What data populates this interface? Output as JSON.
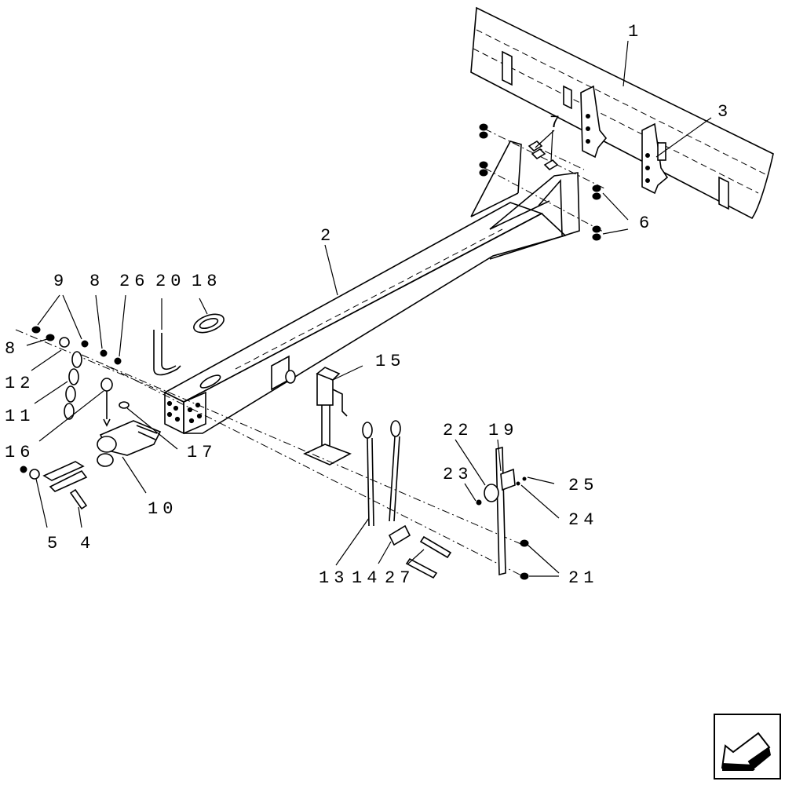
{
  "diagram": {
    "labels": {
      "l1": "1",
      "l2": "2",
      "l3": "3",
      "l4": "4",
      "l5": "5",
      "l6": "6",
      "l7": "7",
      "l8a": "8",
      "l8b": "8",
      "l9": "9",
      "l10": "10",
      "l11": "11",
      "l12": "12",
      "l15": "15",
      "l16": "16",
      "l17": "17",
      "l21": "21",
      "l22": "22",
      "l23": "23",
      "l24": "24",
      "l25": "25",
      "l19": "19",
      "l26": "26",
      "l20": "20",
      "l18": "18",
      "l13": "13",
      "l14": "14",
      "l27": "27"
    }
  },
  "nav": {
    "icon": "previous-page-arrow-icon"
  }
}
